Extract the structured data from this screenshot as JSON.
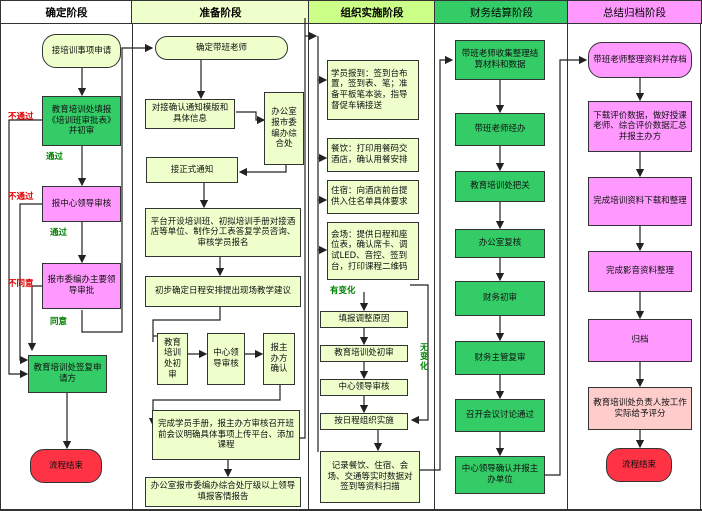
{
  "columns": [
    {
      "title": "确定阶段"
    },
    {
      "title": "准备阶段"
    },
    {
      "title": "组织实施阶段"
    },
    {
      "title": "财务结算阶段"
    },
    {
      "title": "总结归档阶段"
    }
  ],
  "colors": {
    "header_col1": "#ffffff",
    "header_col2": "#eeffcc",
    "header_col3": "#ccff88",
    "header_col4": "#33cc66",
    "header_col5": "#ff99ff",
    "box_yellow": "#eeffcc",
    "box_green": "#33cc66",
    "box_magenta": "#ff99ff",
    "box_pink": "#ffcccc",
    "terminator": "#ff3344"
  },
  "confirm": {
    "start": "接培训事项申请",
    "review": "教育培训处填报《培训班审批表》并初审",
    "center": "报中心领导审核",
    "office": "报市委编办主要领导审批",
    "sign": "教育培训处签复申请方",
    "end": "流程结束"
  },
  "prepare": {
    "start": "确定带班老师",
    "contact": "对接确认通知模版和具体信息",
    "office_review": "办公室报市委编办综合处",
    "notice": "接正式通知",
    "platform": "平台开设培训班、初拟培训手册对接酒店等单位、制作分工表答复学员咨询、审核学员报名",
    "schedule": "初步确定日程安排提出现场教学建议",
    "edu_review": "教育培训处初审",
    "center_review": "中心领导审核",
    "host_confirm": "报主办方确认",
    "handbook": "完成学员手册，报主办方审核召开班前会议明确具体事项上传平台、添加课程",
    "leader_report": "办公室报市委编办综合处厅级以上领导填报客情报告"
  },
  "implement": {
    "checkin": "学员报到：签到台布置，签到表、笔；准备平板笔本装，指导督促车辆接送",
    "dining": "餐饮：打印用餐码交酒店，确认用餐安排",
    "lodging": "住宿：向酒店前台提供入住名单具体要求",
    "venue": "会场：提供日程和座位表，确认席卡、调试LED、音控、签到台，打印课程二维码",
    "changed_label": "有变化",
    "unchanged_label": "无变化",
    "adjust": "填报调整原因",
    "edu_review": "教育培训处初审",
    "center_review": "中心领导审核",
    "execute": "按日程组织实施",
    "record": "记录餐饮、住宿、会场、交通等实时数据对签到等资料扫描"
  },
  "finance": {
    "collect": "带班老师收集整理结算材料和数据",
    "handle": "带班老师经办",
    "edu_check": "教育培训处把关",
    "office_check": "办公室复核",
    "finance_review": "财务初审",
    "finance_head": "财务主管复审",
    "meeting": "召开会议讨论通过",
    "center_confirm": "中心领导确认并报主办单位"
  },
  "summary": {
    "archive": "带班老师整理资料并存档",
    "download": "下载评价数据，做好授课老师、综合评价数据汇总并报主办方",
    "complete": "完成培训资料下载和整理",
    "images": "完成影音资料整理",
    "file": "归档",
    "score": "教育培训处负责人按工作实际给予评分",
    "end": "流程结束"
  },
  "edge_labels": {
    "fail1": "不通过",
    "pass1": "通过",
    "fail2": "不通过",
    "pass2": "通过",
    "disagree": "不同意",
    "agree": "同意"
  }
}
